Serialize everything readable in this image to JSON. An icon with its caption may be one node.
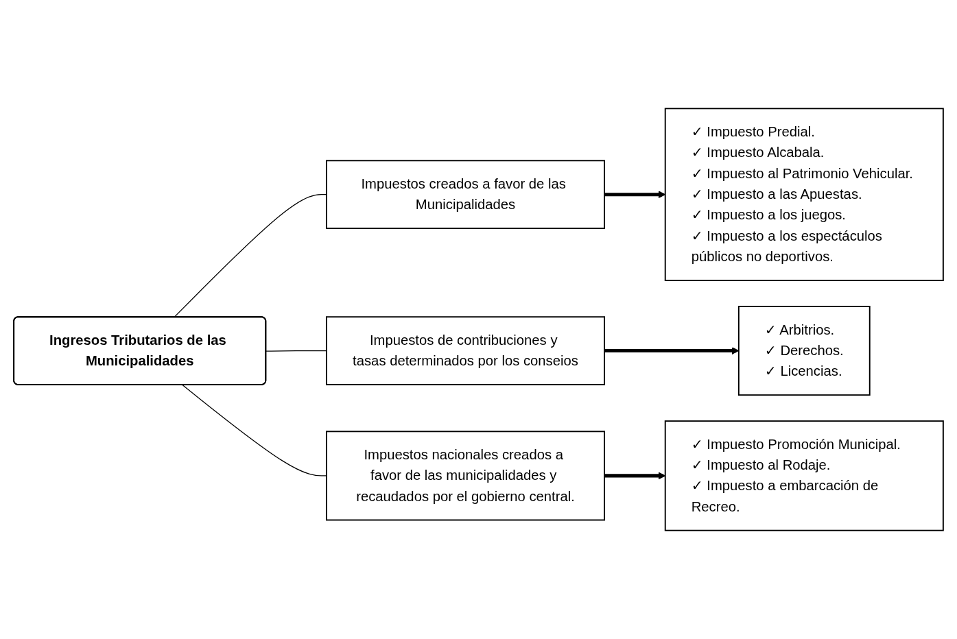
{
  "diagram": {
    "nodes": [
      {
        "text": [
          "Ingresos Tributarios de las Municipalidades"
        ]
      },
      {
        "text": [
          "Impuestos creados a favor de las Municipalidades"
        ]
      },
      {
        "text": [
          "✓ Impuesto Predial.",
          "✓ Impuesto Alcabala.",
          "✓ Impuesto al Patrimonio Vehicular.",
          "✓ Impuesto a las Apuestas.",
          "✓ Impuesto a los juegos.",
          "✓ Impuesto a los espectáculos públicos no deportivos."
        ]
      },
      {
        "text": [
          "Impuestos de contribuciones y tasas determinados por los conseios"
        ]
      },
      {
        "text": [
          "✓ Arbitrios.",
          "✓ Derechos.",
          "✓ Licencias."
        ]
      },
      {
        "text": [
          "Impuestos nacionales creados a favor de las municipalidades y recaudados por el gobierno central."
        ]
      },
      {
        "text": [
          "✓ Impuesto Promoción Municipal.",
          "✓ Impuesto al Rodaje.",
          "✓ Impuesto a embarcación de Recreo."
        ]
      }
    ],
    "edges": [
      {
        "from": 0,
        "to": 1,
        "arrow": "none"
      },
      {
        "from": 0,
        "to": 3,
        "arrow": "none"
      },
      {
        "from": 0,
        "to": 5,
        "arrow": "none"
      },
      {
        "from": 1,
        "to": 2,
        "arrow": "to",
        "style": "thick"
      },
      {
        "from": 3,
        "to": 4,
        "arrow": "to",
        "style": "thick"
      },
      {
        "from": 5,
        "to": 6,
        "arrow": "to",
        "style": "thick"
      }
    ]
  }
}
